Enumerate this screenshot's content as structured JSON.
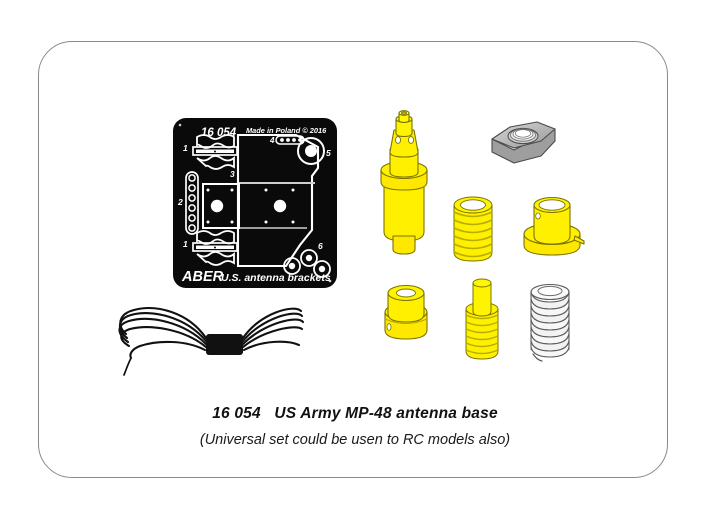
{
  "page": {
    "background_color": "#ffffff",
    "border_color": "#8a8a8a"
  },
  "caption": {
    "code": "16 054",
    "title": "16 054   US Army MP-48 antenna base",
    "subtitle": "(Universal set could be usen to RC models also)"
  },
  "fret": {
    "background_color": "#0a0a0a",
    "etch_color": "#ffffff",
    "code": "16 054",
    "origin": "Made in Poland  © 2016",
    "brand": "ABER",
    "description": "U.S. antenna brackets",
    "part_numbers": [
      "1",
      "2",
      "3",
      "4",
      "5",
      "6",
      "1"
    ],
    "label_1_top": "1",
    "label_2": "2",
    "label_3": "3",
    "label_4": "4",
    "label_5": "5",
    "label_6": "6",
    "label_1_bottom": "1"
  },
  "parts": {
    "resin_color": "#fff000",
    "resin_outline": "#8f8a00",
    "metal_color": "#b8b8b8",
    "metal_outline": "#4a4a4a",
    "spring_color": "#f2f2f2",
    "wire_color": "#111111",
    "items": [
      {
        "name": "antenna-base-body",
        "material": "resin",
        "color": "#fff000"
      },
      {
        "name": "hex-nut",
        "material": "metal",
        "color": "#b8b8b8"
      },
      {
        "name": "threaded-sleeve",
        "material": "resin",
        "color": "#fff000"
      },
      {
        "name": "flanged-socket",
        "material": "resin",
        "color": "#fff000"
      },
      {
        "name": "collar-ring",
        "material": "resin",
        "color": "#fff000"
      },
      {
        "name": "threaded-post",
        "material": "resin",
        "color": "#fff000"
      },
      {
        "name": "coil-spring",
        "material": "metal",
        "color": "#f2f2f2"
      },
      {
        "name": "wire-coil",
        "material": "wire",
        "color": "#111111"
      }
    ]
  }
}
